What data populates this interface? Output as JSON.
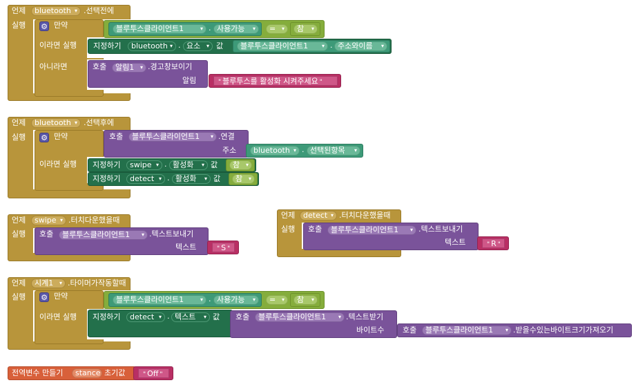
{
  "b1": {
    "when": "언제",
    "comp": "bluetooth",
    "event": ".선택전에",
    "do": "실행",
    "if": "만약",
    "then": "이라면 실행",
    "else": "아니라면",
    "cond": {
      "comp": "블루투스클라이언트1",
      "prop": "사용가능",
      "op": "=",
      "val": "참"
    },
    "set": {
      "kw": "지정하기",
      "comp": "bluetooth",
      "prop": "요소",
      "val_kw": "값",
      "src_comp": "블루투스클라이언트1",
      "src_prop": "주소와이름"
    },
    "call": {
      "kw": "호출",
      "comp": "알림1",
      "method": ".경고창보이기",
      "arg": "알림",
      "text": "블루투스를 활성화 시켜주세요"
    }
  },
  "b2": {
    "when": "언제",
    "comp": "bluetooth",
    "event": ".선택후에",
    "do": "실행",
    "if": "만약",
    "then": "이라면 실행",
    "call": {
      "kw": "호출",
      "comp": "블루투스클라이언트1",
      "method": ".연결",
      "arg": "주소",
      "arg_comp": "bluetooth",
      "arg_prop": "선택된항목"
    },
    "set1": {
      "kw": "지정하기",
      "comp": "swipe",
      "prop": "활성화",
      "val_kw": "값",
      "val": "참"
    },
    "set2": {
      "kw": "지정하기",
      "comp": "detect",
      "prop": "활성화",
      "val_kw": "값",
      "val": "참"
    }
  },
  "b3": {
    "when": "언제",
    "comp": "swipe",
    "event": ".터치다운했을때",
    "do": "실행",
    "call": {
      "kw": "호출",
      "comp": "블루투스클라이언트1",
      "method": ".텍스트보내기",
      "arg": "텍스트",
      "text": "S"
    }
  },
  "b4": {
    "when": "언제",
    "comp": "detect",
    "event": ".터치다운했을때",
    "do": "실행",
    "call": {
      "kw": "호출",
      "comp": "블루투스클라이언트1",
      "method": ".텍스트보내기",
      "arg": "텍스트",
      "text": "R"
    }
  },
  "b5": {
    "when": "언제",
    "comp": "시계1",
    "event": ".타이머가작동할때",
    "do": "실행",
    "if": "만약",
    "then": "이라면 실행",
    "cond": {
      "comp": "블루투스클라이언트1",
      "prop": "사용가능",
      "op": "=",
      "val": "참"
    },
    "set": {
      "kw": "지정하기",
      "comp": "detect",
      "prop": "텍스트",
      "val_kw": "값"
    },
    "call": {
      "kw": "호출",
      "comp": "블루투스클라이언트1",
      "method": ".텍스트받기",
      "arg": "바이트수"
    },
    "call2": {
      "kw": "호출",
      "comp": "블루투스클라이언트1",
      "method": ".받을수있는바이트크기가져오기"
    }
  },
  "b6": {
    "kw": "전역변수 만들기",
    "name": "stance",
    "init": "초기값",
    "text": "Off"
  },
  "icons": {
    "gear": "gear-icon",
    "dropdown": "chevron-down-icon",
    "quote": "quote-icon"
  },
  "colors": {
    "event": "#b8953b",
    "component": "#3d9a78",
    "logic": "#85ad3c",
    "setter": "#23704b",
    "call": "#7a539a",
    "text": "#b92f64",
    "variable": "#d8603a"
  }
}
